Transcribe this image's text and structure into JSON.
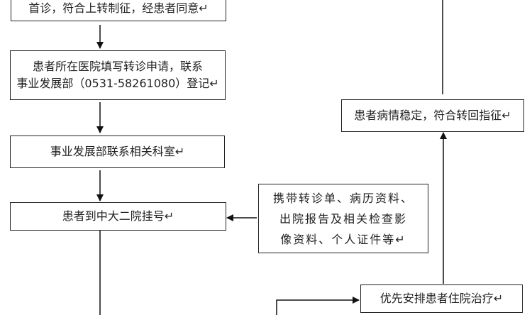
{
  "boxes": {
    "first_visit": "首诊，符合上转制征，经患者同意↵",
    "apply_line1": "患者所在医院填写转诊申请，联系",
    "apply_line2": "事业发展部（0531-58261080）登记↵",
    "contact_dept": "事业发展部联系相关科室↵",
    "register": "患者到中大二院挂号↵",
    "materials_line1": "携带转诊单、病历资料、",
    "materials_line2": "出院报告及相关检查影",
    "materials_line3": "像资料、个人证件等↵",
    "admission": "优先安排患者住院治疗↵",
    "stable": "患者病情稳定，符合转回指征↵"
  }
}
